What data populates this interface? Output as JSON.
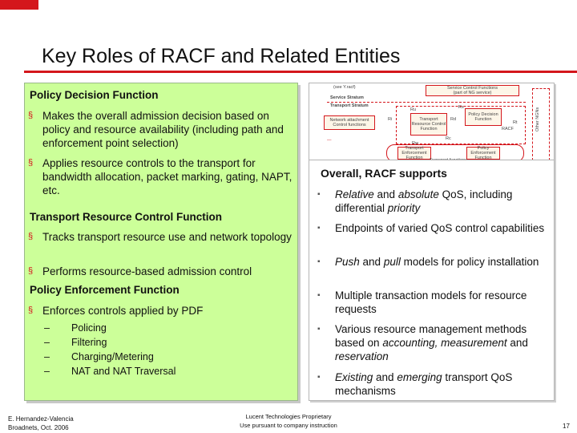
{
  "title": "Key Roles of RACF and Related Entities",
  "colors": {
    "accent": "#d4161c",
    "panel": "#ccff99"
  },
  "left": {
    "pdf_head": "Policy Decision Function",
    "pdf_b1": "Makes the overall admission decision based on policy and resource availability (including path and enforcement point selection)",
    "pdf_b2": "Applies resource controls to the transport for bandwidth allocation, packet marking, gating, NAPT, etc.",
    "trcf_head": "Transport Resource Control Function",
    "trcf_b1": "Tracks transport resource use and network topology",
    "trcf_b2": "Performs resource-based admission control",
    "pef_head": "Policy Enforcement Function",
    "pef_b1": "Enforces controls applied by PDF",
    "pef_subs": [
      "Policing",
      "Filtering",
      "Charging/Metering",
      "NAT and NAT Traversal"
    ],
    "bullet_mark": "§",
    "dash": "–"
  },
  "diagram": {
    "see_y": "(see Y.racf)",
    "service_control": "Service Control Functions",
    "ngn_service": "(part of NG service)",
    "service_stratum": "Service Stratum",
    "transport_stratum": "Transport Stratum",
    "network_attach": "Network attachment Control functions",
    "trcf": "Transport Resource Control Function",
    "pdf": "Policy Decision Function",
    "racf": "RACF",
    "pef": "Transport Enforcement Function",
    "pep": "Policy Enforcement Function",
    "transport_functions": "Transport functions",
    "other_ngns": "Other NGNs",
    "ru": "Ru",
    "rs": "Rs",
    "rd": "Rd",
    "rt": "Rt",
    "rc": "Rc",
    "rw": "Rw",
    "ri": "Ri"
  },
  "right": {
    "head": "Overall, RACF supports",
    "items": [
      {
        "em1": "Relative",
        "t1": " and ",
        "em2": "absolute",
        "t2": " QoS, including differential ",
        "em3": "priority",
        "t3": ""
      },
      {
        "em1": "",
        "t1": "Endpoints of varied QoS control capabilities",
        "em2": "",
        "t2": "",
        "em3": "",
        "t3": ""
      },
      {
        "em1": "Push",
        "t1": " and ",
        "em2": "pull",
        "t2": " models for policy installation",
        "em3": "",
        "t3": ""
      },
      {
        "em1": "",
        "t1": "Multiple transaction models for resource requests",
        "em2": "",
        "t2": "",
        "em3": "",
        "t3": ""
      },
      {
        "em1": "",
        "t1": "Various resource management methods based on ",
        "em2": "accounting, measurement",
        "t2": " and ",
        "em3": "reservation",
        "t3": ""
      },
      {
        "em1": "Existing",
        "t1": " and ",
        "em2": "emerging",
        "t2": " transport QoS mechanisms",
        "em3": "",
        "t3": ""
      }
    ],
    "mark": "▪"
  },
  "footer": {
    "author": "E. Hernandez-Valencia",
    "venue": "Broadnets, Oct. 2006",
    "prop1": "Lucent Technologies Proprietary",
    "prop2": "Use pursuant to company instruction",
    "page": "17"
  }
}
